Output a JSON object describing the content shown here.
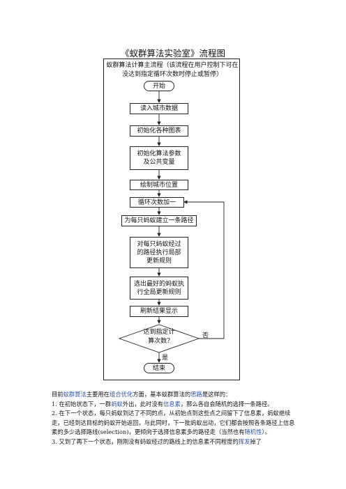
{
  "title": "《蚁群算法实验室》流程图",
  "frame_caption": "蚁群算法计算主流程（该流程在用户控制下可在\n没达到指定循环次数时停止或暂停）",
  "flow": {
    "start": "开始",
    "read_city": "读入城市数据",
    "init_tables": "初始化各种图表",
    "init_params": "初始化算法参数\n及公共变量",
    "draw_cities": "绘制城市位置",
    "loop_inc": "循环次数加一",
    "build_path": "为每只蚂蚁建立一条路径",
    "local_update": "对每只蚂蚁经过\n的路径执行局部\n更新规则",
    "global_update": "选出最好的蚂蚁执\n行全局更新规则",
    "refresh": "刷新结果显示",
    "decision": "达到指定计\n算次数?",
    "no_label": "否",
    "yes_label": "是",
    "end": "结束"
  },
  "body": {
    "intro_a": "目前",
    "intro_link1": "蚁群算法",
    "intro_b": "主要用在",
    "intro_link2": "组合优化",
    "intro_c": "方面，基本蚁群算法的",
    "intro_link3": "思路",
    "intro_d": "是这样的：",
    "p1_a": "1. 在初始状态下，一群",
    "p1_link1": "蚂蚁",
    "p1_b": "外出，此时没有",
    "p1_link2": "信息素",
    "p1_c": "，那么各自会随机的选择一条路径。",
    "p2_a": "2. 在下一个状态，每只蚂蚁到达了不同的点，从初始点到这些点之间留下了信息素，蚂蚁继续走，已经到达目标的蚂蚁开始返回，与此同时，下一批蚂蚁出动，它们都会按照各条路径上信息素的多少选择路线(selection)，更倾向于选择信息素多的路径走（当然也有",
    "p2_link": "随机性",
    "p2_b": "）。",
    "p3_a": "3. 又到了再下一个状态，刚刚没有蚂蚁经过的路线上的信息素不同程度的",
    "p3_link": "挥发",
    "p3_b": "掉了"
  }
}
